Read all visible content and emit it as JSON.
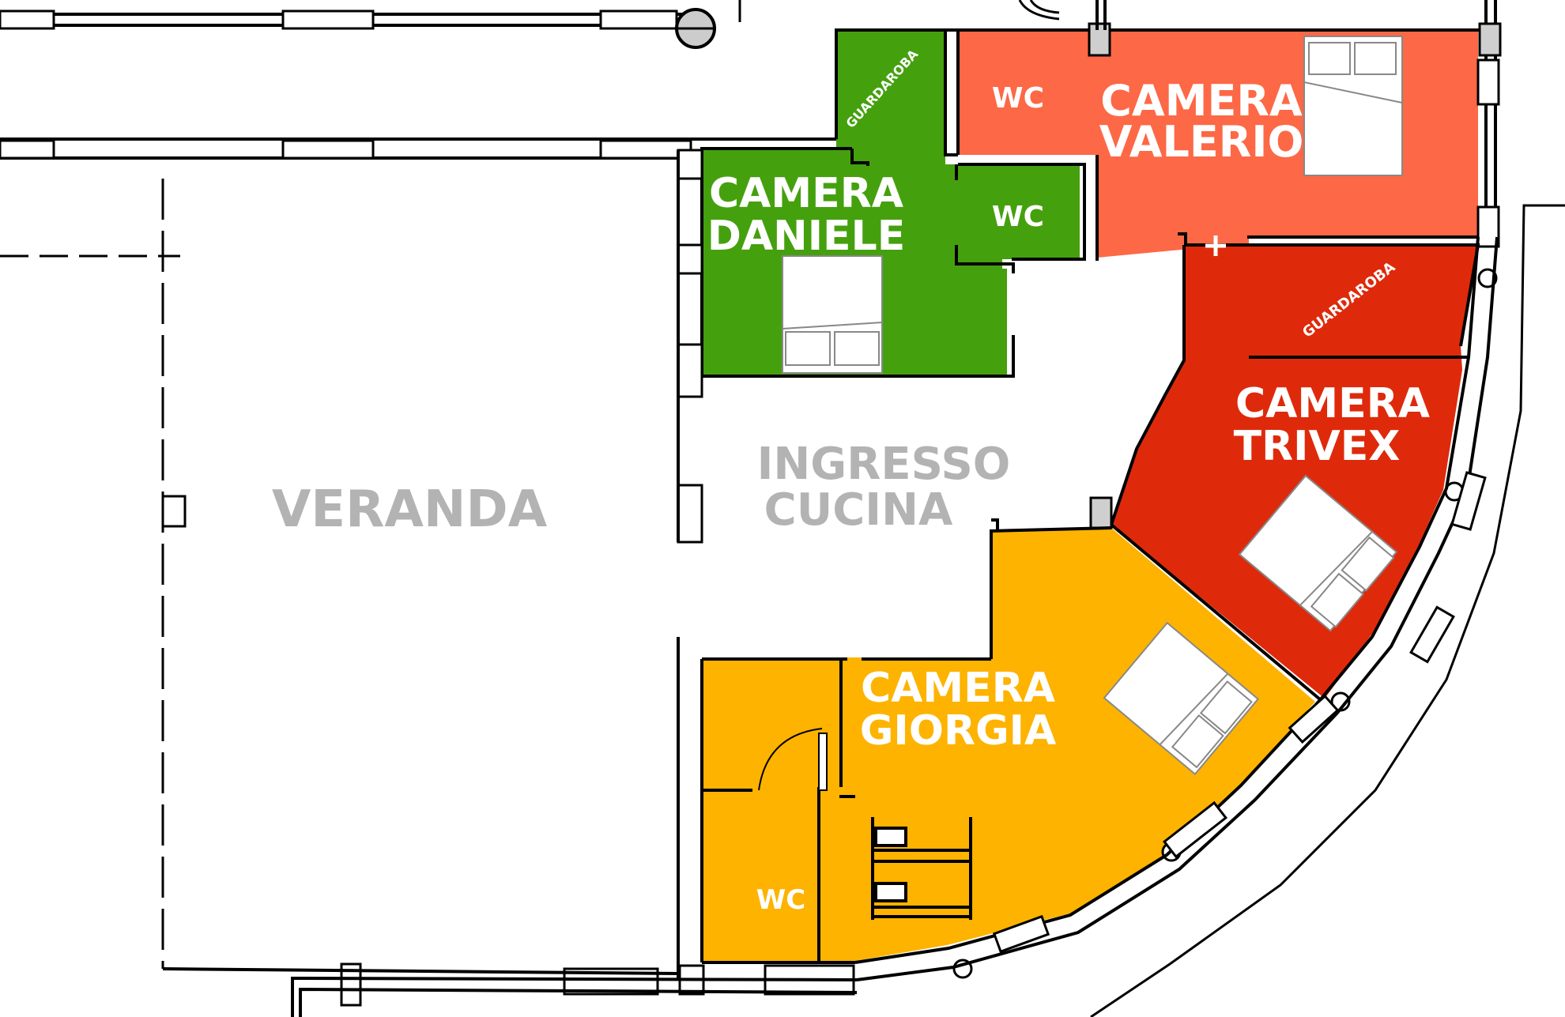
{
  "colors": {
    "daniele": "#45a00e",
    "valerio": "#fd6846",
    "trivex": "#de2a0b",
    "giorgia": "#fdb300",
    "common_label": "#b3b3b3",
    "wall": "#000000"
  },
  "rooms": {
    "valerio": {
      "line1": "CAMERA",
      "line2": "VALERIO",
      "wc": "WC"
    },
    "daniele": {
      "line1": "CAMERA",
      "line2": "DANIELE",
      "wc": "WC",
      "wardrobe": "GUARDAROBA"
    },
    "trivex": {
      "line1": "CAMERA",
      "line2": "TRIVEX",
      "wardrobe": "GUARDAROBA"
    },
    "giorgia": {
      "line1": "CAMERA",
      "line2": "GIORGIA",
      "wc": "WC"
    }
  },
  "common": {
    "veranda": "VERANDA",
    "ingresso_line1": "INGRESSO",
    "ingresso_line2": "CUCINA"
  },
  "icons": [
    "double-bed-icon",
    "bunk-bed-icon",
    "door-swing-icon",
    "column-icon"
  ]
}
